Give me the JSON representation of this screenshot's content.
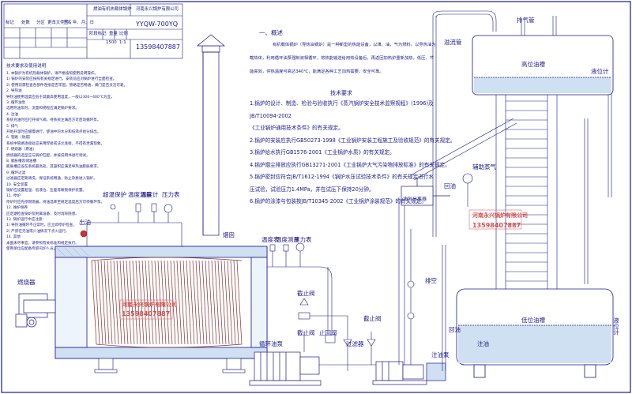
{
  "title_block": {
    "name_label": "燃油有机热载体锅炉",
    "company": "河南永兴锅炉有限公司",
    "model": "YYQW-700YQ",
    "phone": "13598407887",
    "row_heads": [
      "标记",
      "处数",
      "分区",
      "更改文件号",
      "签名",
      "年、月、日"
    ],
    "col_heads": [
      "阶段标记",
      "重量",
      "比例"
    ],
    "scale": "1:1",
    "weight": "1500"
  },
  "notes": {
    "heading": "技术要求及使用说明",
    "lines": [
      "1. 本锅炉为有机热载体锅炉，请严格按照使用说明操作。",
      "1) 锅炉的安装应按照有关规定进行，安装前应对锅炉进行全面检查。",
      "2) 使用前需检查各部件连接是否牢固，管路是否畅通，阀门是否灵活可靠。",
      "2. 导热油",
      "导热油使用温度应低于其最高使用温度，一般以300~400℃为宜，",
      "3. 循环油泵",
      "选用热油泵时，流量和扬程应满足锅炉要求。",
      "4. 注油",
      "系统充油时应打开排气阀，待系统注满后方可启动循环泵。",
      "5. 排气",
      "开始升温时应缓慢进行，使油中的水分和低沸点组分排出。",
      "6. 管路（防漏）",
      "系统中管路连接处应采用焊接或法兰连接，不得有泄漏现象。",
      "7. 燃烧器（燃油）",
      "燃烧器的选型应与锅炉匹配，并按说明书进行调试。",
      "8. 膨胀槽及储油槽",
      "膨胀槽应设在系统最高处，其容积应满足导热油膨胀要求。",
      "9. 循环过滤",
      "过滤器应定期清洗，保证系统畅通，防止杂质进入锅炉。",
      "10. 安全装置",
      "锅炉应设置超温、低液位、压差等联锁保护装置。",
      "11. 停炉",
      "停炉时应先停燃烧器，待油温降至规定温度后方可停循环泵。",
      "12. 维护保养",
      "应定期检查锅炉及附属设备，及时消除隐患。",
      "13. 锅炉运行中应注意：",
      "1) 导热油循环不正常时，应立即停炉检查。",
      "2) 严禁在无油或少油情况下点火运行。",
      "14. 其他",
      "本图未尽事宜，请参照有关标准和规定执行。",
      "使用单位应配备专职司炉人员。"
    ]
  },
  "overview": {
    "heading": "一、概述",
    "para1": "有机载体锅炉（导热油锅炉）是一种新型的热能设备，以煤、油、气为燃料，以导热油为",
    "para2": "载热体，利用循环油泵强制液相循环，将热能输送给用热设备后，再返回加热炉重新加热，低压、节",
    "para3": "能高效，供热温度可高达340℃，能满足各种工艺加热需要，安全可靠。"
  },
  "spec": {
    "heading": "技术要求",
    "lines": [
      "1.锅炉的设计、制造、检验与验收执行《蒸汽锅炉安全技术监察规程》(1996)及",
      "  JB/T10094-2002",
      "  《工业锅炉通用技术条件》的有关规定。",
      "2.锅炉的安装应执行GB50273-1998《工业锅炉安装工程施工及验收规范》的有关规定。",
      "3.锅炉给水执行GB1576-2001《工业锅炉水质》的有关规定。",
      "4.锅炉烟尘排放应执行GB13271-2001《工业锅炉大气污染物排放标准》的有关规定。",
      "5.锅炉密封应符合JB/T1612-1994《锅炉水压试验技术条件》的有关规定进行水",
      "  压试验，试验压力1.4MPa，并在试压下保持20分钟。",
      "6.锅炉的涂漆与包装按JB/T10345-2002《工业锅炉涂装规范》的有关规定。"
    ]
  },
  "labels": {
    "exhaust_pipe": "排气管",
    "overflow_pipe": "溢流管",
    "high_tank": "高位油槽",
    "level_gauge": "液位计",
    "aux_gas": "辅助蒸气",
    "oil_separator": "油气分离器",
    "return_oil_top": "回油",
    "stamp_right": "河南永兴锅炉有限公司",
    "phone_right": "13598407887",
    "over_temp": "超温保护",
    "temp_meas": "温度测量",
    "temp_meter": "温度计",
    "pressure": "压力表",
    "outlet_oil": "出油",
    "chimney": "烟囱",
    "temp_right": "温度表",
    "temp_meas2": "温度测量",
    "pressure2": "压力表",
    "burner": "燃烧器",
    "stamp_center": "河南永兴锅炉有限公司",
    "phone_center": "13598407887",
    "shutoff_valve": "截止阀",
    "shutoff_valve2": "截止阀",
    "strainer": "过滤器",
    "check_valve": "止回阀",
    "shutoff_valve3": "截止阀",
    "circ_pump": "循环油泵",
    "oil_feed": "注油泵",
    "low_tank": "低位油槽",
    "drain": "排空",
    "oil_in": "注油",
    "return_low": "回油",
    "level_gauge2": "液位计"
  },
  "colors": {
    "line": "#1a1a8c",
    "stamp": "#d05050",
    "pipe": "#2a2a9a"
  }
}
